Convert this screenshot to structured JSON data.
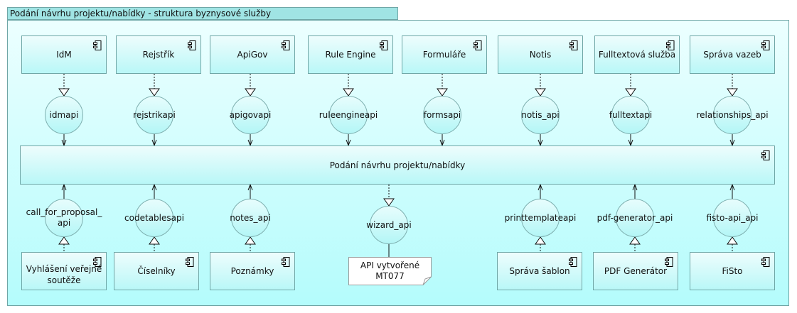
{
  "diagram": {
    "title": "Podání návrhu projektu/nabídky - struktura byznysové služby",
    "central_component": {
      "label": "Podání návrhu projektu/nabídky",
      "icon": "component-icon"
    },
    "top_components": [
      {
        "label": "IdM",
        "interface": "idmapi"
      },
      {
        "label": "Rejstřík",
        "interface": "rejstrikapi"
      },
      {
        "label": "ApiGov",
        "interface": "apigovapi"
      },
      {
        "label": "Rule Engine",
        "interface": "ruleengineapi"
      },
      {
        "label": "Formuláře",
        "interface": "formsapi"
      },
      {
        "label": "Notis",
        "interface": "notis_api"
      },
      {
        "label": "Fulltextová služba",
        "interface": "fulltextapi"
      },
      {
        "label": "Správa vazeb",
        "interface": "relationships_api"
      }
    ],
    "bottom_components": [
      {
        "label": "Vyhlášení veřejné soutěže",
        "interface": "call_for_proposal_ api"
      },
      {
        "label": "Číselníky",
        "interface": "codetablesapi"
      },
      {
        "label": "Poznámky",
        "interface": "notes_api"
      },
      {
        "label": "Správa šablon",
        "interface": "printtemplateapi"
      },
      {
        "label": "PDF Generátor",
        "interface": "pdf-generator_api"
      },
      {
        "label": "FiSto",
        "interface": "fisto-api_api"
      }
    ],
    "provided_interface": {
      "label": "wizard_api"
    },
    "note": {
      "text": "API vytvořené MT077"
    },
    "colors": {
      "frame_header": "#a0e4e4",
      "frame_border": "#6fa6a6",
      "fill_top": "#eefdfd",
      "fill_bottom": "#b4fcfc"
    }
  }
}
